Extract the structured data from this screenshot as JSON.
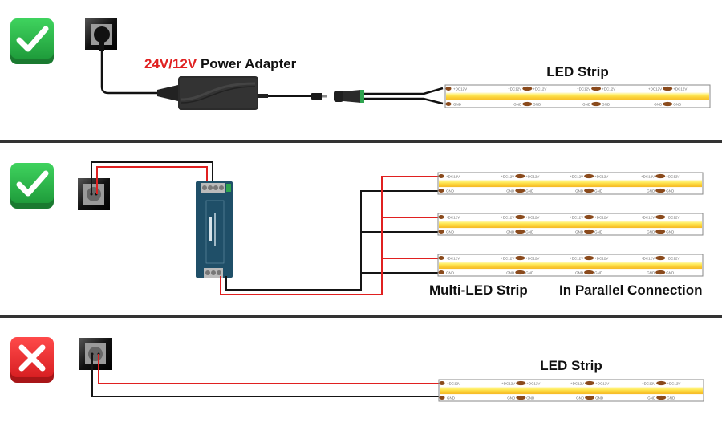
{
  "panels": [
    {
      "id": "adapter",
      "status": "correct",
      "status_icon": "checkmark-icon",
      "title_voltage": "24V/12V",
      "title_text": " Power Adapter",
      "strip_label": "LED Strip"
    },
    {
      "id": "driver",
      "status": "correct",
      "status_icon": "checkmark-icon",
      "strip_count": 3,
      "label_left": "Multi-LED Strip",
      "label_right": "In Parallel Connection"
    },
    {
      "id": "direct",
      "status": "incorrect",
      "status_icon": "cross-icon",
      "strip_label": "LED Strip"
    }
  ],
  "strip": {
    "pad_top_label": "+DC12V",
    "pad_bottom_label": "GND"
  },
  "colors": {
    "correct": "#2db84c",
    "incorrect": "#e8282b",
    "wire_red": "#e02020",
    "wire_black": "#151515",
    "strip_yellow": "#fcd43a",
    "pad_copper": "#8a4a1c",
    "driver_body": "#1f4f68",
    "divider": "#333333"
  }
}
